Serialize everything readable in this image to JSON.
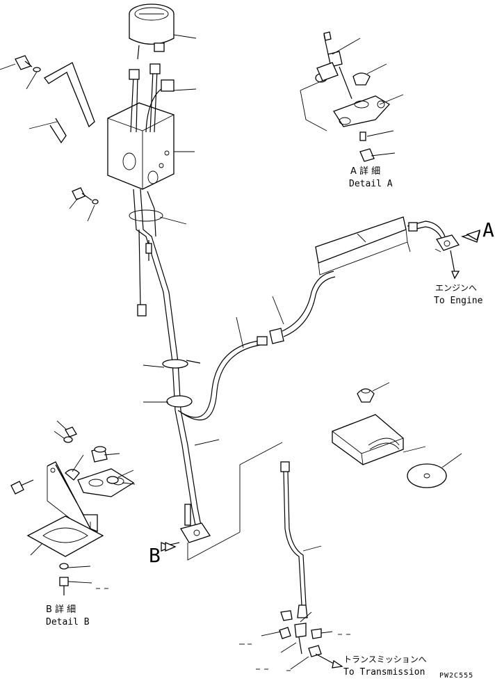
{
  "labels": {
    "detail_a_jp": "A 詳 細",
    "detail_a_en": "Detail A",
    "detail_b_jp": "B 詳 細",
    "detail_b_en": "Detail B",
    "to_engine_jp": "エンジンへ",
    "to_engine_en": "To Engine",
    "to_transmission_jp": "トランスミッションへ",
    "to_transmission_en": "To Transmission",
    "arrow_a": "A",
    "arrow_b": "B",
    "drawing_code": "PW2C555"
  }
}
